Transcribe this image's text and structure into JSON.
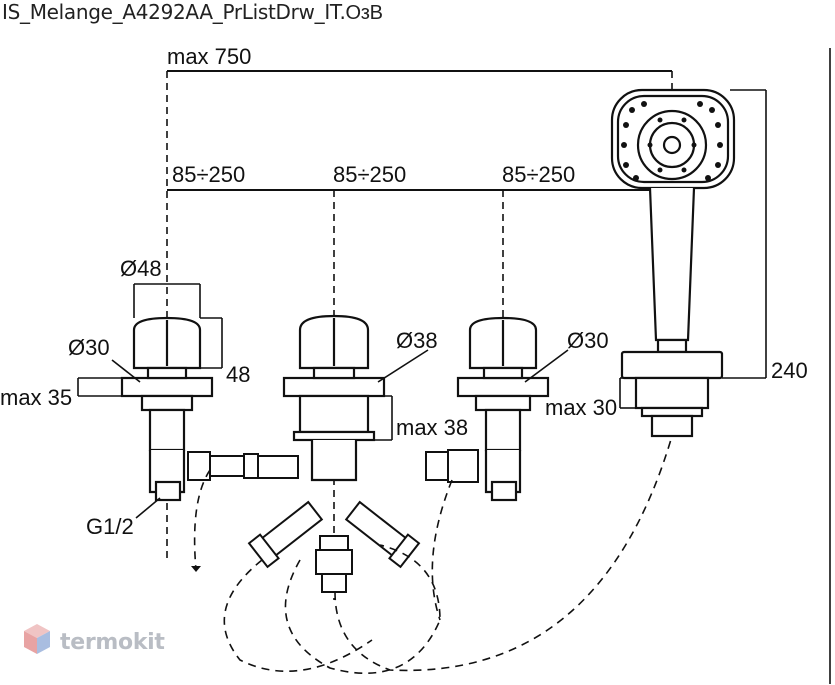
{
  "header": {
    "title_main": "IS_Melange_A4292AA_PrListDrw_IT.",
    "title_suffix": "OзB"
  },
  "dimensions": {
    "max_width": "max 750",
    "spacing_left": "85÷250",
    "spacing_mid": "85÷250",
    "spacing_right": "85÷250",
    "diam_48": "Ø48",
    "height_48": "48",
    "diam_30_left": "Ø30",
    "max_35": "max 35",
    "diam_38": "Ø38",
    "max_38": "max 38",
    "diam_30_right": "Ø30",
    "max_30": "max 30",
    "height_240": "240",
    "thread": "G1/2"
  },
  "watermark": {
    "text": "termokit",
    "colors": {
      "red": "#e8a3a3",
      "blue": "#a9bde0",
      "text": "#b9bdc4"
    }
  },
  "colors": {
    "line": "#111111",
    "fill": "#ffffff"
  }
}
